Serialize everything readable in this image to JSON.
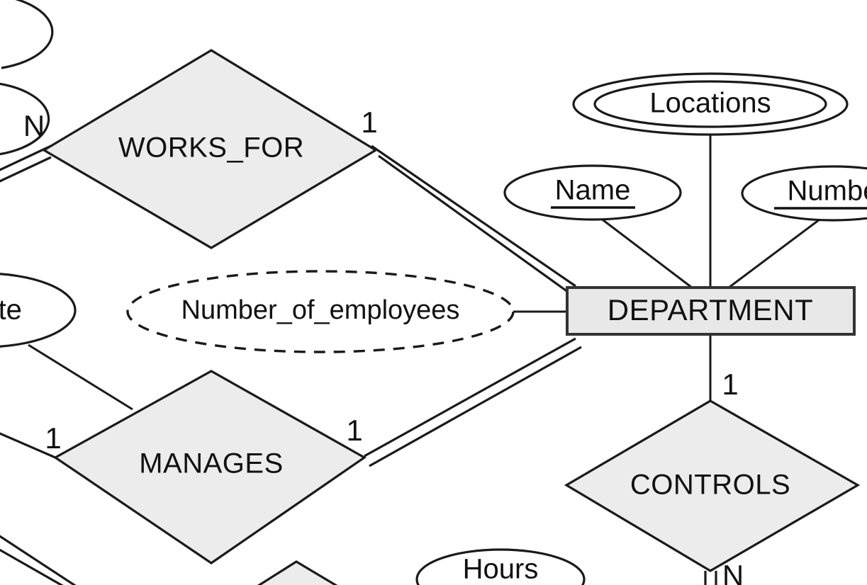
{
  "diagram": {
    "type": "entity-relationship-diagram",
    "notation": "Chen",
    "background_color": "#ffffff",
    "shape_fill_color": "#ececec",
    "entity_fill_color": "#e8e8e8",
    "line_color": "#1a1a1a"
  },
  "entities": [
    {
      "id": "department",
      "label": "DEPARTMENT",
      "shape": "rectangle",
      "fill": "#e8e8e8"
    }
  ],
  "relationships": [
    {
      "id": "works_for",
      "label": "WORKS_FOR",
      "shape": "diamond",
      "left_cardinality": "N",
      "right_cardinality": "1",
      "left_line_style": "double",
      "right_line_style": "double"
    },
    {
      "id": "manages",
      "label": "MANAGES",
      "shape": "diamond",
      "left_cardinality": "1",
      "right_cardinality": "1",
      "left_line_style": "single",
      "right_line_style": "double"
    },
    {
      "id": "controls",
      "label": "CONTROLS",
      "shape": "diamond",
      "top_cardinality": "1",
      "bottom_cardinality": "N",
      "top_line_style": "single",
      "bottom_line_style": "double"
    }
  ],
  "attributes": [
    {
      "id": "locations",
      "label": "Locations",
      "shape": "double-ellipse",
      "kind": "multivalued",
      "owner": "department"
    },
    {
      "id": "dept_name",
      "label": "Name",
      "shape": "ellipse",
      "kind": "key",
      "underlined": true,
      "owner": "department"
    },
    {
      "id": "dept_number",
      "label": "Numbe",
      "full_label": "Number",
      "shape": "ellipse",
      "kind": "key",
      "underlined": true,
      "owner": "department",
      "clipped": "right"
    },
    {
      "id": "number_of_employees",
      "label": "Number_of_employees",
      "shape": "dashed-ellipse",
      "kind": "derived",
      "owner": "department"
    },
    {
      "id": "start_date",
      "label": "date",
      "shape": "ellipse",
      "kind": "simple",
      "owner": "manages",
      "clipped": "left"
    },
    {
      "id": "hours",
      "label": "Hours",
      "shape": "ellipse",
      "kind": "simple",
      "clipped": "bottom"
    }
  ],
  "cardinality_labels": {
    "works_for_left": "N",
    "works_for_right": "1",
    "manages_left": "1",
    "manages_right": "1",
    "controls_top": "1",
    "controls_bottom": "N"
  }
}
